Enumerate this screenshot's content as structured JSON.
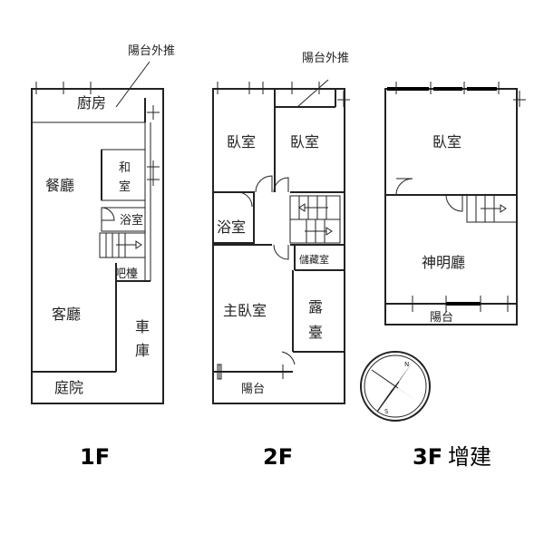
{
  "floors": {
    "f1": {
      "label": "1F",
      "rooms": {
        "kitchen": "廚房",
        "dining": "餐廳",
        "japanese_room_top": "和",
        "japanese_room_bottom": "室",
        "bath": "浴室",
        "bar": "吧檯",
        "living": "客廳",
        "garage_top": "車",
        "garage_bottom": "庫",
        "courtyard": "庭院"
      },
      "annotation": "陽台外推"
    },
    "f2": {
      "label": "2F",
      "rooms": {
        "bedroom_left": "臥室",
        "bedroom_right": "臥室",
        "bath": "浴室",
        "storage": "儲藏室",
        "master_bedroom": "主臥室",
        "terrace_top": "露",
        "terrace_bottom": "臺",
        "balcony": "陽台"
      },
      "annotation": "陽台外推"
    },
    "f3": {
      "label": "3F",
      "suffix": "增建",
      "rooms": {
        "bedroom": "臥室",
        "shrine_hall": "神明廳",
        "balcony": "陽台"
      }
    }
  },
  "compass": {
    "n": "N",
    "s": "S"
  }
}
